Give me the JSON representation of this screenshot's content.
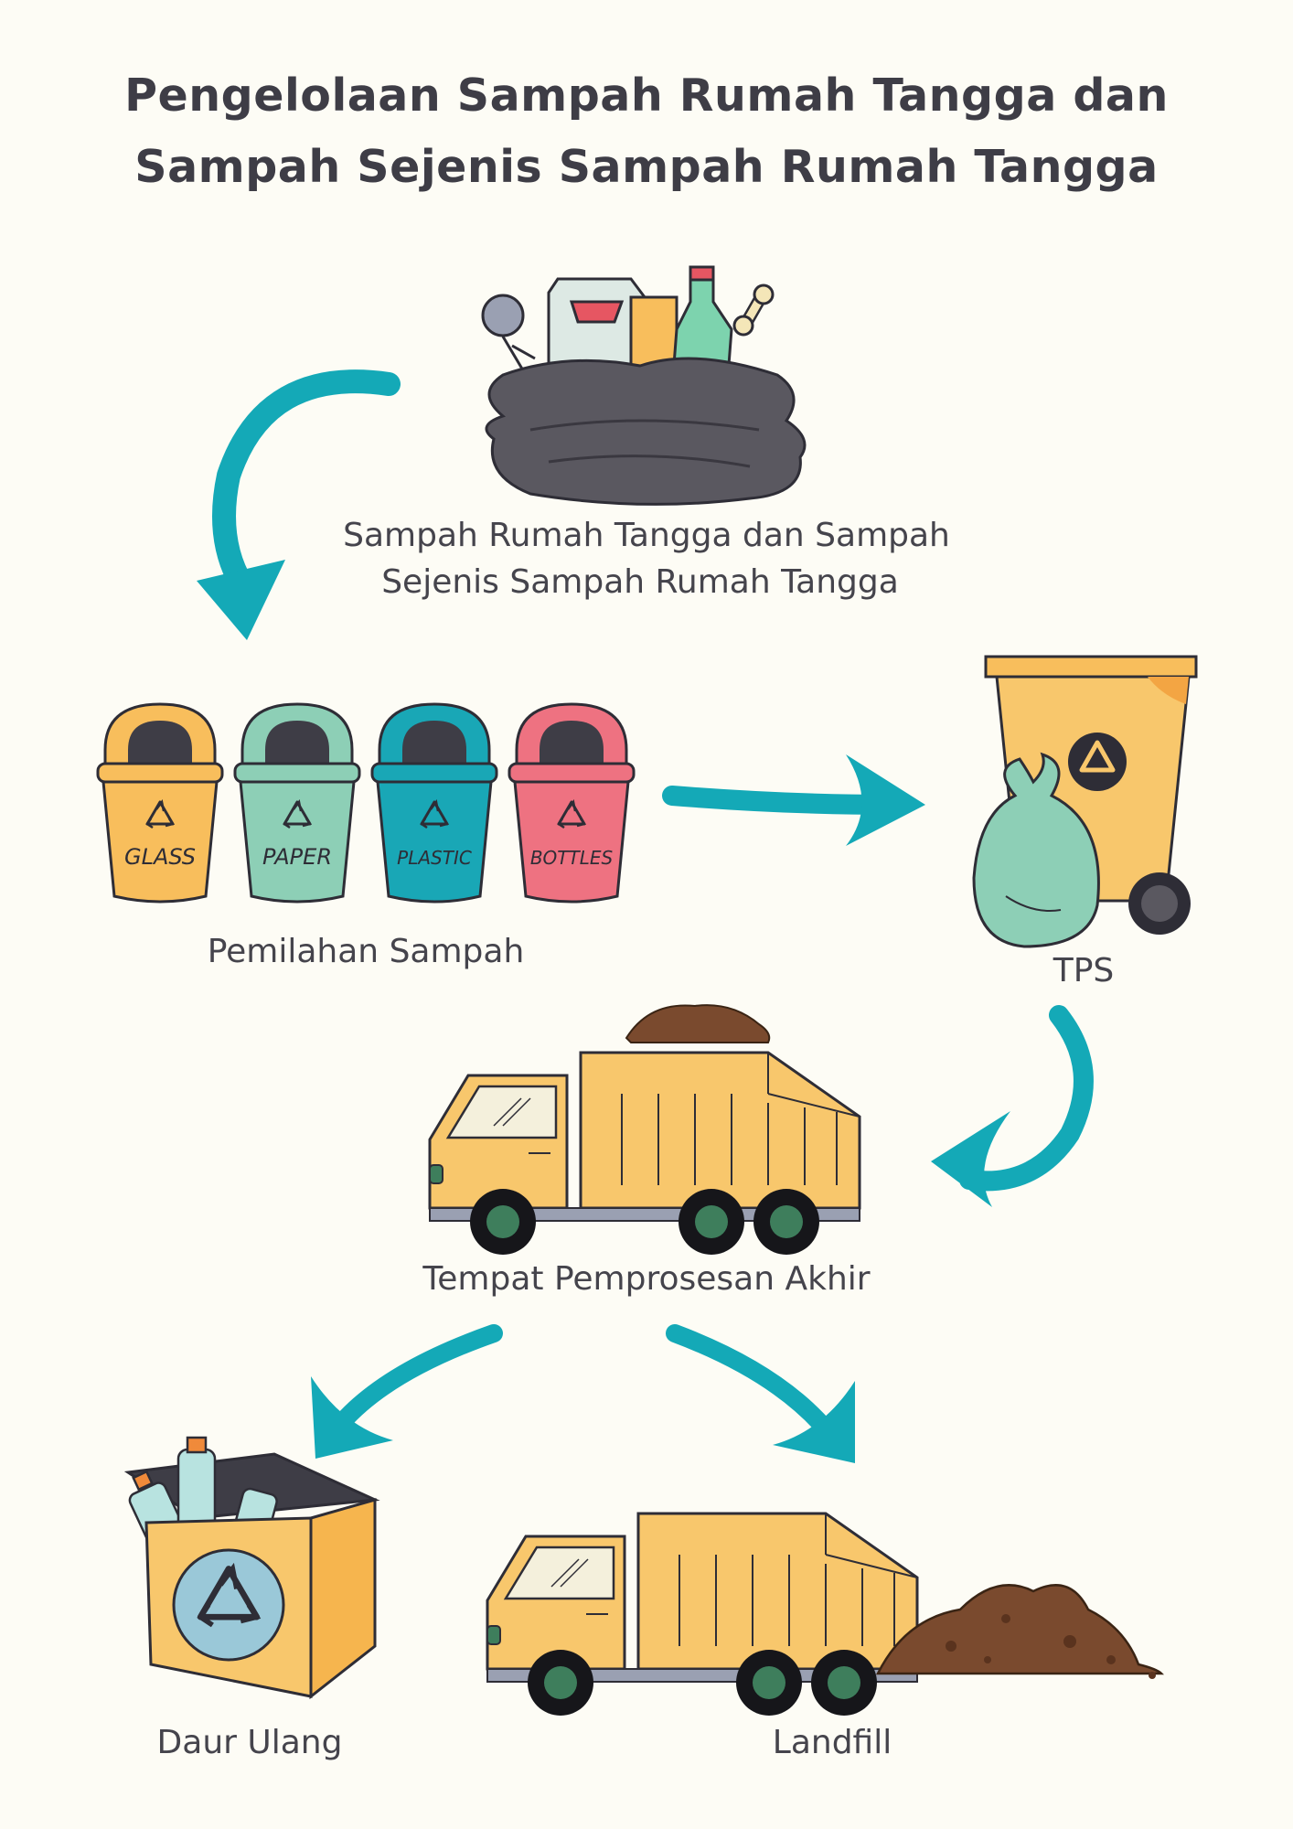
{
  "title": {
    "line1": "Pengelolaan Sampah Rumah Tangga dan",
    "line2": "Sampah Sejenis Sampah Rumah Tangga"
  },
  "nodes": {
    "source": {
      "line1": "Sampah Rumah Tangga dan Sampah",
      "line2": "Sejenis Sampah Rumah Tangga"
    },
    "sorting": {
      "label": "Pemilahan Sampah",
      "bins": [
        {
          "text": "GLASS",
          "color": "#F8BE5C"
        },
        {
          "text": "PAPER",
          "color": "#8DCFB6"
        },
        {
          "text": "PLASTIC",
          "color": "#19A7B6"
        },
        {
          "text": "BOTTLES",
          "color": "#EE7281"
        }
      ]
    },
    "tps": {
      "label": "TPS"
    },
    "processing": {
      "label": "Tempat Pemprosesan Akhir"
    },
    "recycling": {
      "label": "Daur Ulang"
    },
    "landfill": {
      "label": "Landfill"
    }
  },
  "colors": {
    "background": "#FDFCF5",
    "title": "#3E3D46",
    "arrow": "#14A9B7",
    "truck": "#F8C76C",
    "outline": "#2E2D36"
  }
}
